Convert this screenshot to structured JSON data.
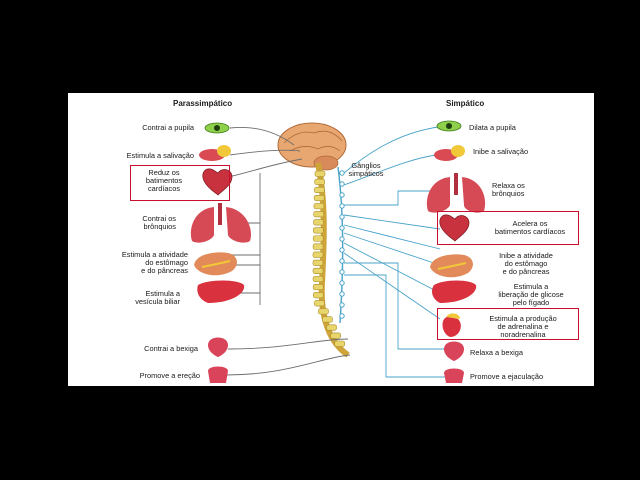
{
  "headers": {
    "left": "Parassimpático",
    "right": "Simpático"
  },
  "ganglia_label": "Gânglios\nsimpáticos",
  "parasympathetic": [
    "Contrai a pupila",
    "Estimula a salivação",
    "Reduz os\nbatimentos\ncardíacos",
    "Contrai os\nbrônquios",
    "Estimula a atividade\ndo estômago\ne do pâncreas",
    "Estimula a\nvesícula biliar",
    "Contrai a bexiga",
    "Promove a ereção"
  ],
  "sympathetic": [
    "Dilata a pupila",
    "Inibe a salivação",
    "Relaxa os\nbrônquios",
    "Acelera os\nbatimentos cardíacos",
    "Inibe a atividade\ndo estômago\ne do pâncreas",
    "Estimula a\nliberação de glicose\npelo fígado",
    "Estimula a produção\nde adrenalina e\nnoradrenalina",
    "Relaxa a bexiga",
    "Promove a ejaculação"
  ],
  "organs": [
    "eye-icon",
    "salivary-gland-icon",
    "heart-icon",
    "lungs-icon",
    "stomach-icon",
    "liver-icon",
    "bladder-icon",
    "genitals-icon",
    "adrenal-gland-icon",
    "brain-icon",
    "spinal-cord-icon"
  ],
  "colors": {
    "highlight_box": "#c8102e",
    "brain": "#e8a770",
    "vertebrae": "#e8d56b",
    "nerve_line": "#6e6e6e",
    "sympathetic_line": "#4aa3c8",
    "organ_red": "#c8323e"
  }
}
